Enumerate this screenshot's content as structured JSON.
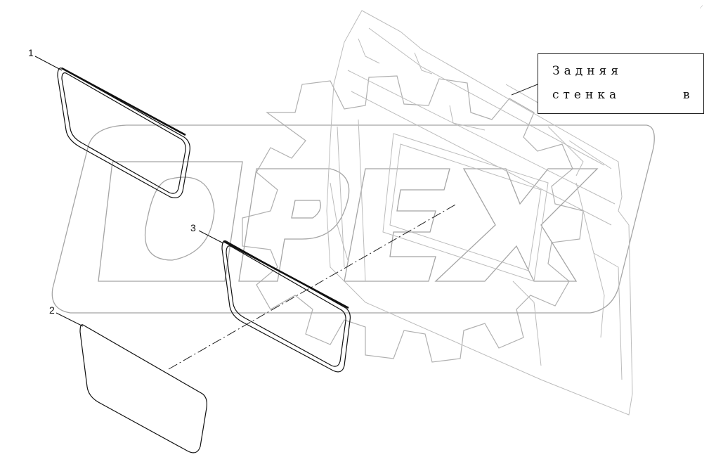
{
  "callouts": [
    {
      "id": "1",
      "label": "1"
    },
    {
      "id": "2",
      "label": "2"
    },
    {
      "id": "3",
      "label": "3"
    }
  ],
  "label_box": {
    "line1": "Задняя",
    "line2": "стенка",
    "line2_tail": "в"
  },
  "watermark": {
    "text": "OPEX"
  },
  "colors": {
    "line": "#111111",
    "faint": "#b8b8b8",
    "watermark": "#9a9a9a"
  }
}
